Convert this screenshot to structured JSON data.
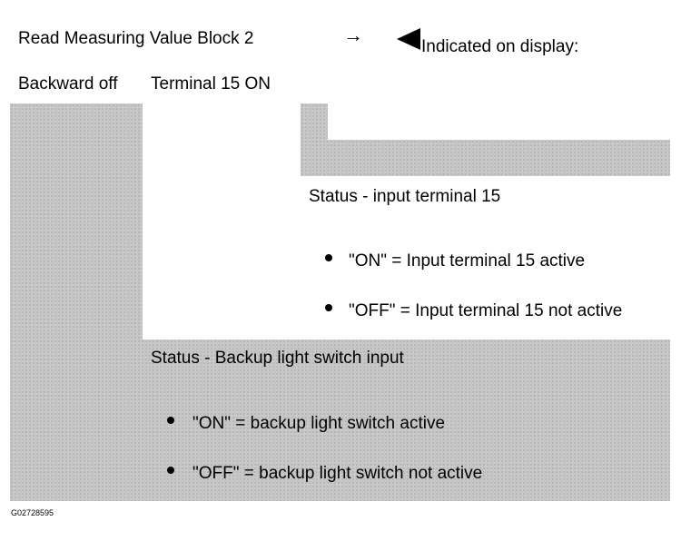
{
  "header": {
    "title": "Read Measuring Value Block 2",
    "arrow": "→",
    "indicated_label": "Indicated on display:"
  },
  "fields": {
    "field1": "Backward off",
    "field2": "Terminal 15 ON"
  },
  "terminal_box": {
    "heading": "Status - input terminal 15",
    "items": [
      "\"ON\" = Input terminal 15 active",
      "\"OFF\" = Input terminal 15 not active"
    ]
  },
  "backup_box": {
    "heading": "Status - Backup light switch input",
    "items": [
      "\"ON\" = backup light switch active",
      "\"OFF\" = backup light switch not active"
    ]
  },
  "footer": {
    "code": "G02728595"
  },
  "colors": {
    "shade": "#c6c6c6",
    "text": "#000000",
    "background": "#ffffff"
  }
}
